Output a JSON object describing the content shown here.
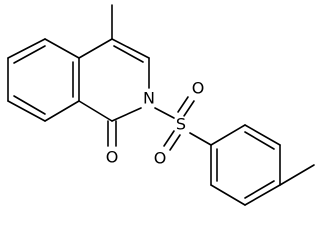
{
  "structure": {
    "atoms": {
      "ring_nitrogen": "N",
      "sulfur": "S",
      "sulfonyl_oxygen_upper": "O",
      "sulfonyl_oxygen_lower": "O",
      "carbonyl_oxygen": "O"
    }
  }
}
